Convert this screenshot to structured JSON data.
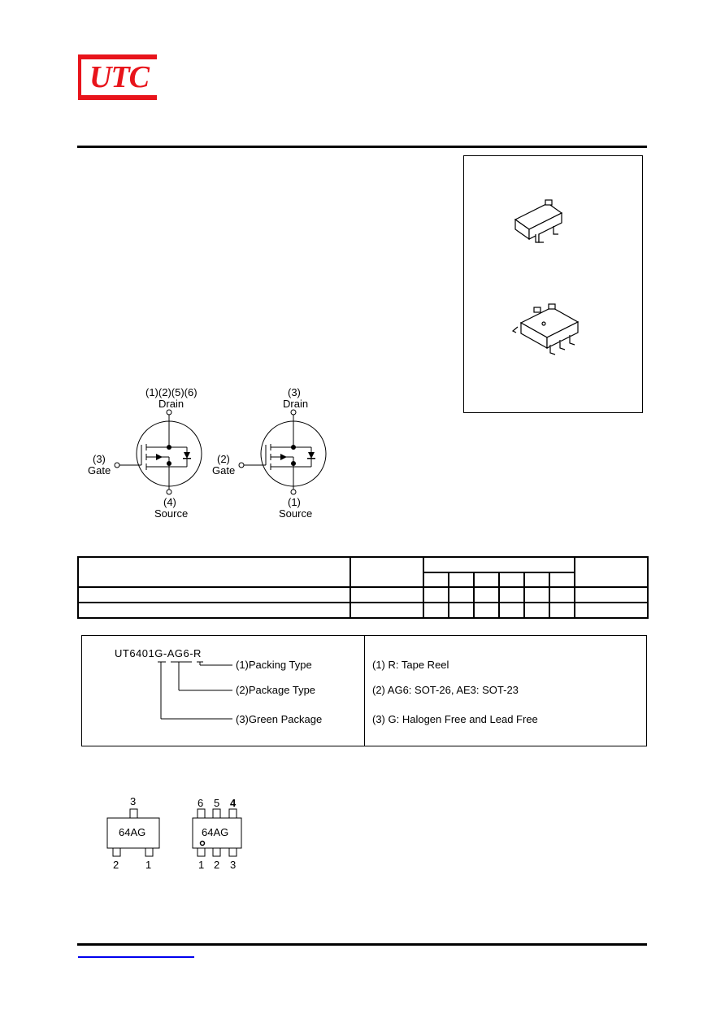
{
  "logo": {
    "text": "UTC"
  },
  "schematic_left": {
    "drain_pins": "(1)(2)(5)(6)",
    "drain_label": "Drain",
    "gate_pin": "(3)",
    "gate_label": "Gate",
    "source_pin": "(4)",
    "source_label": "Source"
  },
  "schematic_right": {
    "drain_pins": "(3)",
    "drain_label": "Drain",
    "gate_pin": "(2)",
    "gate_label": "Gate",
    "source_pin": "(1)",
    "source_label": "Source"
  },
  "part_number": {
    "code": "UT6401G-AG6-R",
    "legend": [
      {
        "label": "(1)Packing Type",
        "desc": "(1) R: Tape Reel"
      },
      {
        "label": "(2)Package Type",
        "desc": "(2) AG6: SOT-26, AE3: SOT-23"
      },
      {
        "label": "(3)Green Package",
        "desc": "(3) G: Halogen Free and Lead Free"
      }
    ]
  },
  "marking": {
    "sot23": {
      "mark": "64AG",
      "top_pins": [
        "3"
      ],
      "bottom_pins": [
        "2",
        "1"
      ]
    },
    "sot26": {
      "mark": "64AG",
      "top_pins": [
        "6",
        "5",
        "4"
      ],
      "bottom_pins": [
        "1",
        "2",
        "3"
      ]
    }
  }
}
